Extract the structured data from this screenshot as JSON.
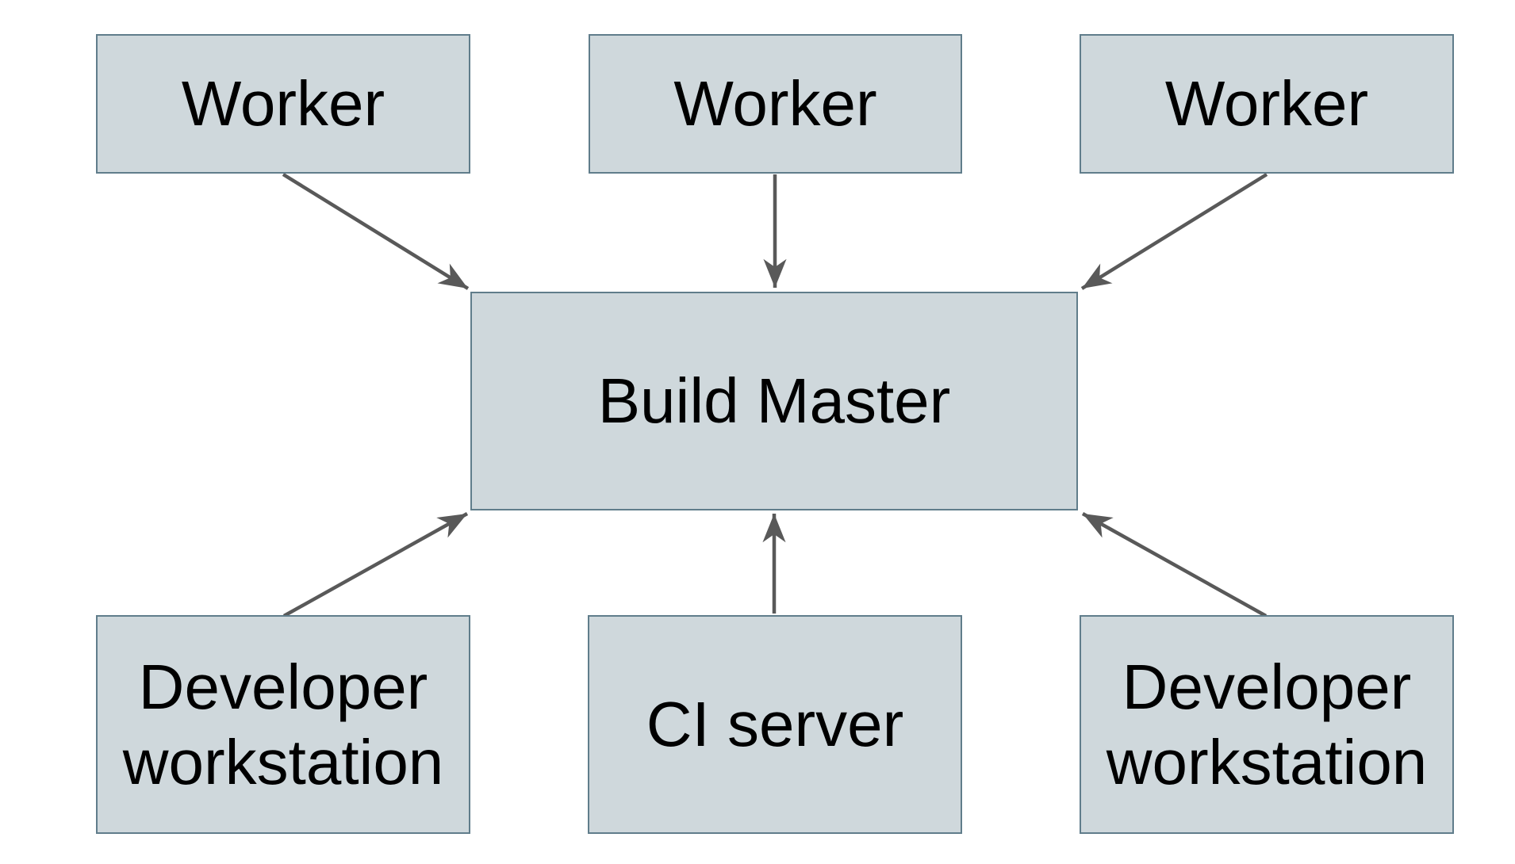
{
  "diagram": {
    "type": "architecture-diagram",
    "nodes": [
      {
        "id": "worker-1",
        "label": "Worker"
      },
      {
        "id": "worker-2",
        "label": "Worker"
      },
      {
        "id": "worker-3",
        "label": "Worker"
      },
      {
        "id": "build-master",
        "label": "Build Master"
      },
      {
        "id": "developer-workstation-1",
        "label": "Developer workstation"
      },
      {
        "id": "ci-server",
        "label": "CI server"
      },
      {
        "id": "developer-workstation-2",
        "label": "Developer workstation"
      }
    ],
    "edges": [
      {
        "from": "worker-1",
        "to": "build-master"
      },
      {
        "from": "worker-2",
        "to": "build-master"
      },
      {
        "from": "worker-3",
        "to": "build-master"
      },
      {
        "from": "developer-workstation-1",
        "to": "build-master"
      },
      {
        "from": "ci-server",
        "to": "build-master"
      },
      {
        "from": "developer-workstation-2",
        "to": "build-master"
      }
    ],
    "colors": {
      "background": "#ffffff",
      "node_fill": "#cfd8dc",
      "node_border": "#607d8b",
      "arrow": "#595959",
      "text": "#000000"
    }
  }
}
